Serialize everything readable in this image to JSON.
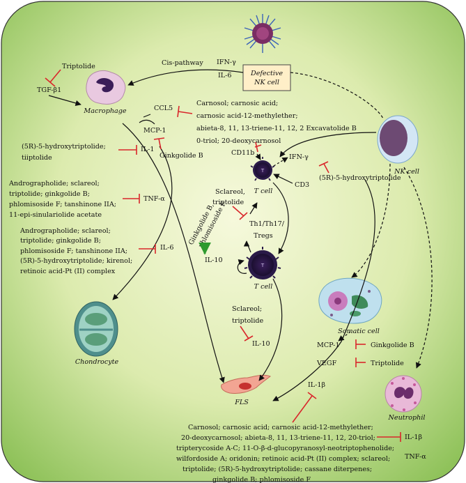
{
  "cells": {
    "macrophage": "Macrophage",
    "nk_cell": "NK cell",
    "defective_nk_line1": "Defective",
    "defective_nk_line2": "NK cell",
    "t_cell_1": "T cell",
    "t_cell_2": "T cell",
    "t_letter_1": "T",
    "t_letter_2": "T",
    "chondrocyte": "Chondrocyte",
    "somatic_cell": "Somatic cell",
    "neutrophil": "Neutrophil",
    "fls": "FLS"
  },
  "top": {
    "cis_pathway": "Cis-pathway",
    "ifn_gamma": "IFN-γ",
    "il6": "IL-6",
    "triptolide": "Triptolide",
    "tgf_beta1": "TGF-β1"
  },
  "ccl5_block": {
    "ccl5": "CCL5",
    "mcp1": "MCP-1",
    "ginkgolide": "Ginkgolide B",
    "lines": [
      "Carnosol; carnosic acid;",
      "carnosic acid-12-methylether;",
      "abieta-8, 11, 13-triene-11, 12, 2 Excavatolide B",
      "0-triol; 20-deoxycarnosol"
    ]
  },
  "nk_block": {
    "cd11b": "CD11b",
    "ifn_gamma": "IFN-γ",
    "cd3": "CD3",
    "hydroxy": "(5R)-5-hydroxytriptolide"
  },
  "t_block": {
    "sclareol": "Sclareol,",
    "triptolide": "triptolide",
    "th_line1": "Th1/Th17/",
    "th_line2": "Tregs",
    "ginkgo_line1": "Ginkgolide B,",
    "ginkgo_line2": "phlomisoside F",
    "il10": "IL-10",
    "sclareol2": "Sclareol;",
    "triptolide2": "triptolide",
    "il10b": "IL-10"
  },
  "left_blocks": {
    "il1_lines": [
      "(5R)-5-hydroxytriptolide;",
      "tiiptolide"
    ],
    "il1_label": "IL-1",
    "tnf_lines": [
      "Andrographolide; sclareol;",
      "triptolide; ginkgolide B;",
      "phlomisoside F; tanshinone IIA;",
      "11-epi-sinulariolide acetate"
    ],
    "tnf_label": "TNF-α",
    "il6_lines": [
      "Andrographolide; sclareol;",
      "triptolide; ginkgolide B;",
      "phlomisoside F; tanshinone IIA;",
      "(5R)-5-hydroxytriptolide; kirenol;",
      "retinoic acid-Pt (II) complex"
    ],
    "il6_label": "IL-6"
  },
  "right_blocks": {
    "mcp1": "MCP-1",
    "ginkgolide": "Ginkgolide B",
    "vegf": "VEGF",
    "triptolide": "Triptolide",
    "il1b_top": "IL-1β"
  },
  "bottom_block": {
    "lines": [
      "Carnosol; carnosic acid; carnosic acid-12-methylether;",
      "20-deoxycarnosol; abieta-8, 11, 13-triene-11, 12, 20-triol;",
      "tripterycoside A-C; 11-O-β-d-glucopyranosyl-neotriptophenolide;",
      "wilfordoside A; oridonin; retinoic acid-Pt (II) complex; sclareol;",
      "triptolide; (5R)-5-hydroxytriptolide; cassane diterpenes;",
      "ginkgolide B; phlomisoside F"
    ],
    "il1b": "IL-1β",
    "tnf": "TNF-α"
  },
  "colors": {
    "background_center": "#f4f8d4",
    "background_edge": "#7fb54a",
    "inhibit": "#d9262b",
    "promote": "#2e9a2e",
    "arrow": "#111111"
  }
}
